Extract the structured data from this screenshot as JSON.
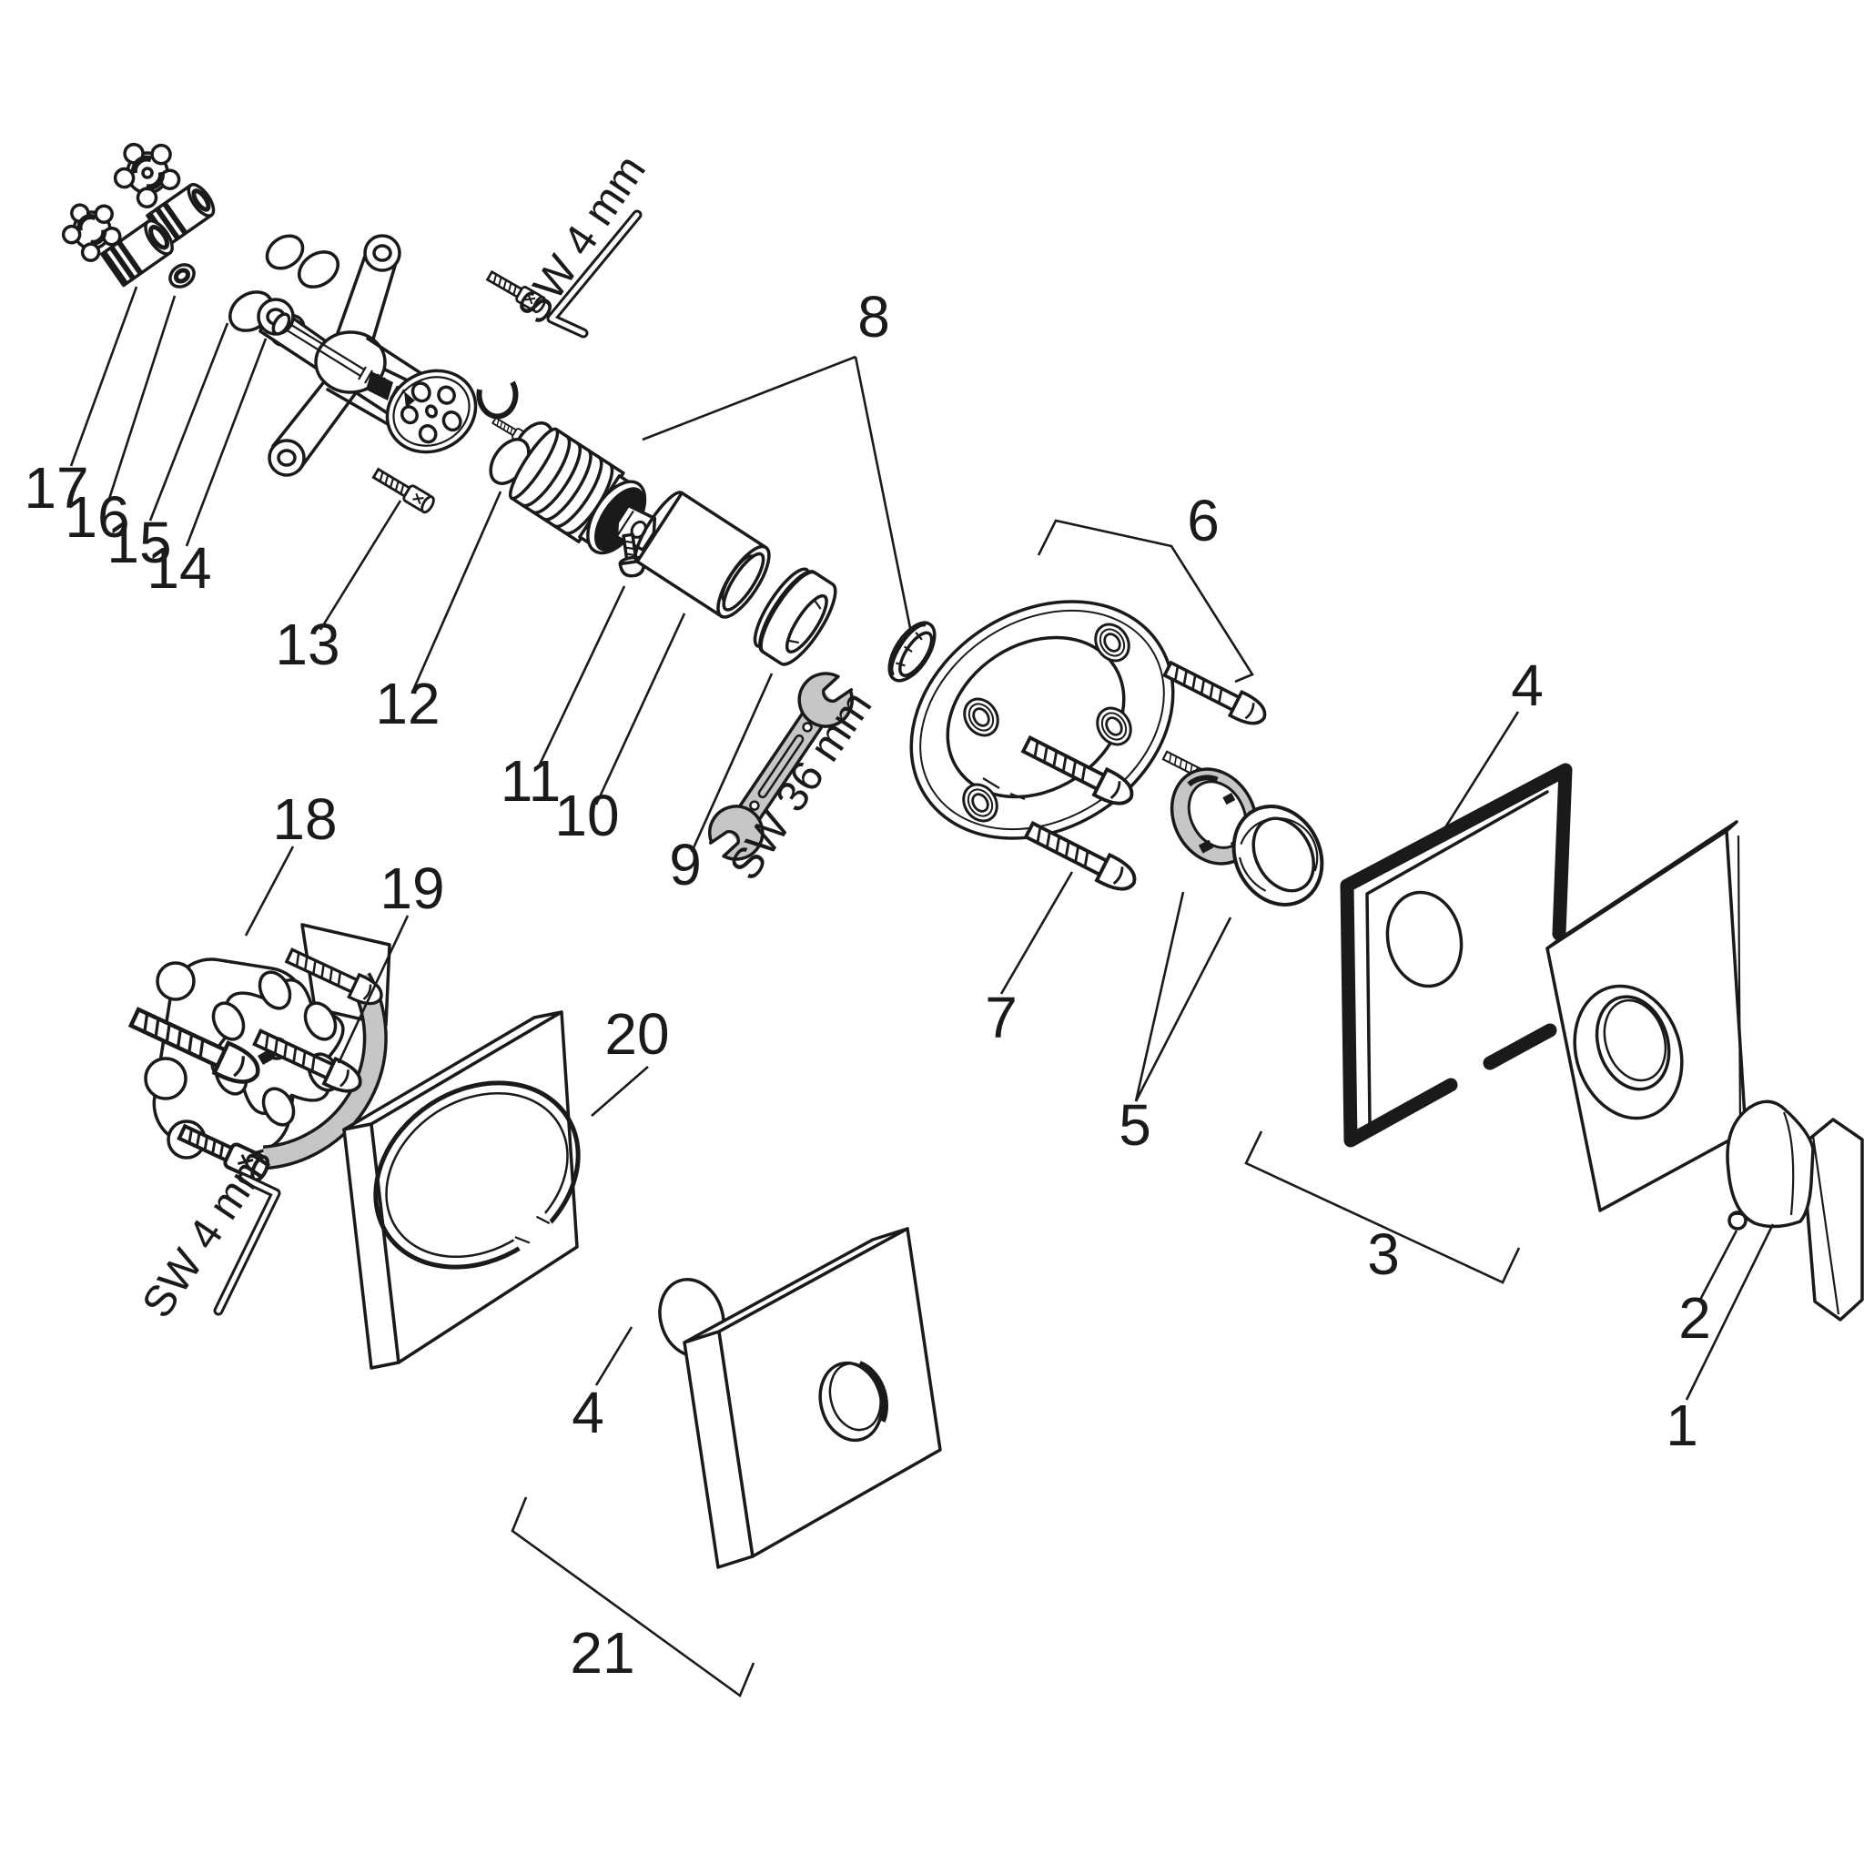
{
  "diagram_type": "exploded-parts-diagram",
  "colors": {
    "line": "#1a1a1a",
    "tool_gray": "#c6c6c6",
    "background": "#ffffff"
  },
  "callouts": {
    "c1": "1",
    "c2": "2",
    "c3": "3",
    "c4": "4",
    "c5": "5",
    "c6": "6",
    "c7": "7",
    "c8": "8",
    "c9": "9",
    "c10": "10",
    "c11": "11",
    "c12": "12",
    "c13": "13",
    "c14": "14",
    "c15": "15",
    "c16": "16",
    "c17": "17",
    "c18": "18",
    "c19": "19",
    "c20": "20",
    "c21": "21"
  },
  "tool_labels": {
    "allen_key_top": "SW 4 mm",
    "open_end_wrench": "SW 36 mm",
    "allen_key_left": "SW 4 mm"
  }
}
